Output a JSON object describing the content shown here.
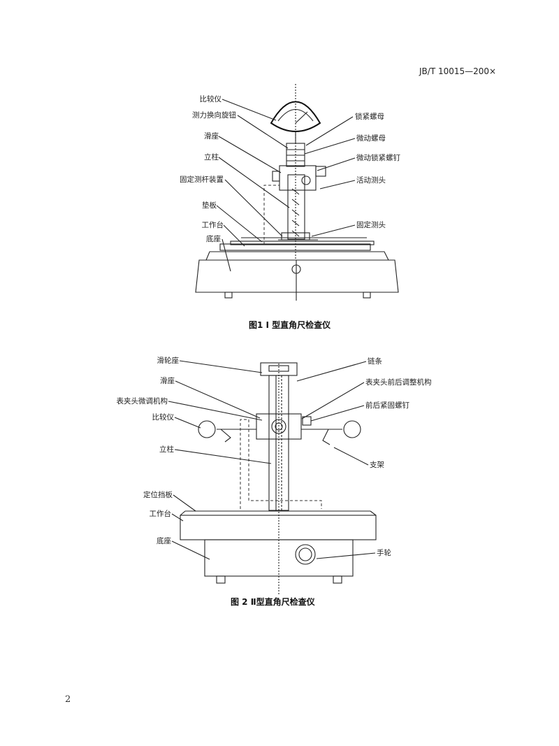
{
  "header": {
    "standard_no": "JB/T 10015—200×"
  },
  "figure1": {
    "caption": "图1 I 型直角尺检查仪",
    "labels_left": [
      "比较仪",
      "测力换向旋钮",
      "滑座",
      "立柱",
      "固定测杆装置",
      "垫板",
      "工作台",
      "底座"
    ],
    "labels_right": [
      "锁紧螺母",
      "微动螺母",
      "微动锁紧螺钉",
      "活动测头",
      "固定测头"
    ]
  },
  "figure2": {
    "caption": "图 2 Ⅱ型直角尺检查仪",
    "labels_left": [
      "滑轮座",
      "滑座",
      "表夹头微调机构",
      "比较仪",
      "立柱",
      "定位挡板",
      "工作台",
      "底座"
    ],
    "labels_right": [
      "链条",
      "表夹头前后调整机构",
      "前后紧固螺钉",
      "支架",
      "手轮"
    ]
  },
  "footer": {
    "page_number": "2"
  }
}
